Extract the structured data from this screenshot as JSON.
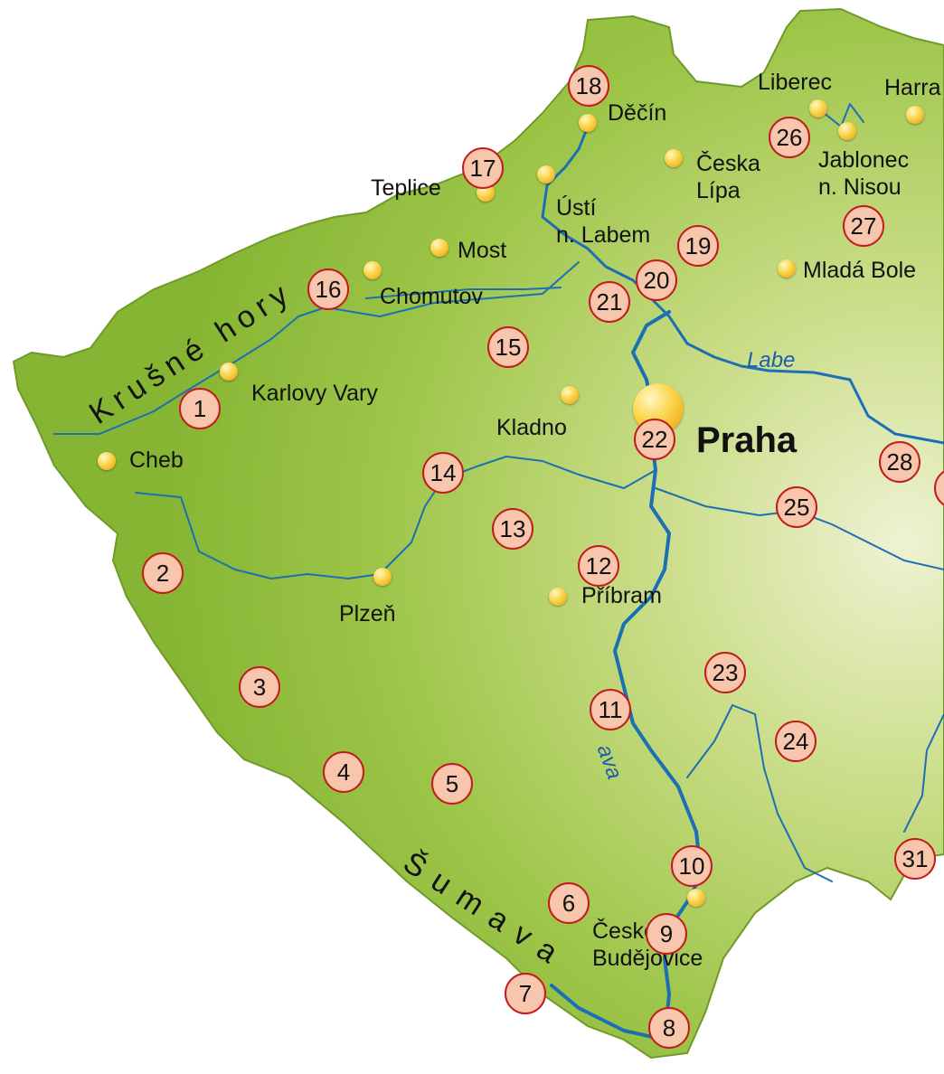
{
  "map": {
    "colors": {
      "land": "#8ebb3c",
      "land_light": "#e7edc4",
      "land_outline": "#6f9a2a",
      "river": "#1d6fb4",
      "marker_fill": "#f7c6ad",
      "marker_stroke": "#c41a1a",
      "dot": "#fbd44a"
    },
    "cities": [
      {
        "name": "Liberec"
      },
      {
        "name": "Harra"
      },
      {
        "name": "Děčín"
      },
      {
        "name": "Česka\nLípa"
      },
      {
        "name": "Jablonec\nn. Nisou"
      },
      {
        "name": "Teplice"
      },
      {
        "name": "Ústí\nn. Labem"
      },
      {
        "name": "Most"
      },
      {
        "name": "Mladá Bole"
      },
      {
        "name": "Chomutov"
      },
      {
        "name": "Karlovy Vary"
      },
      {
        "name": "Kladno"
      },
      {
        "name": "Praha",
        "capital": true
      },
      {
        "name": "Cheb"
      },
      {
        "name": "Plzeň"
      },
      {
        "name": "Příbram"
      },
      {
        "name": "České\nBudějovice"
      }
    ],
    "rivers": [
      {
        "name": "Labe"
      },
      {
        "name": "ava"
      }
    ],
    "mountains": [
      {
        "name": "Krušné hory"
      },
      {
        "name": "Šumava"
      }
    ],
    "markers": [
      "1",
      "2",
      "3",
      "4",
      "5",
      "6",
      "7",
      "8",
      "9",
      "10",
      "11",
      "12",
      "13",
      "14",
      "15",
      "16",
      "17",
      "18",
      "19",
      "20",
      "21",
      "22",
      "23",
      "24",
      "25",
      "26",
      "27",
      "28",
      "2",
      "31"
    ]
  }
}
